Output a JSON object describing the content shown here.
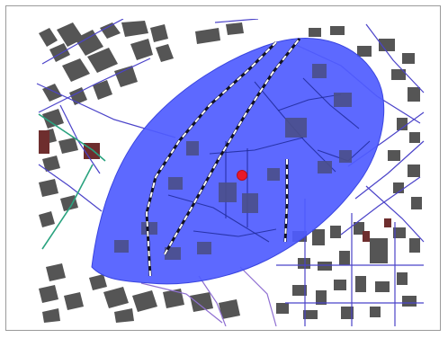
{
  "map": {
    "colors": {
      "background": "#ffffff",
      "building": "#555555",
      "building_red": "#6e2e2e",
      "street": "#4b43c9",
      "street_teal": "#2aa37f",
      "street_purple": "#8f6fd2",
      "coverage_area": "#4f5cff",
      "railway_dark": "#111122",
      "railway_light": "#ffffff",
      "marker": "#e8192a"
    },
    "layers": [
      "buildings",
      "streets",
      "coverage-area",
      "railways",
      "location-marker"
    ],
    "marker_icon": "location-dot-icon"
  }
}
